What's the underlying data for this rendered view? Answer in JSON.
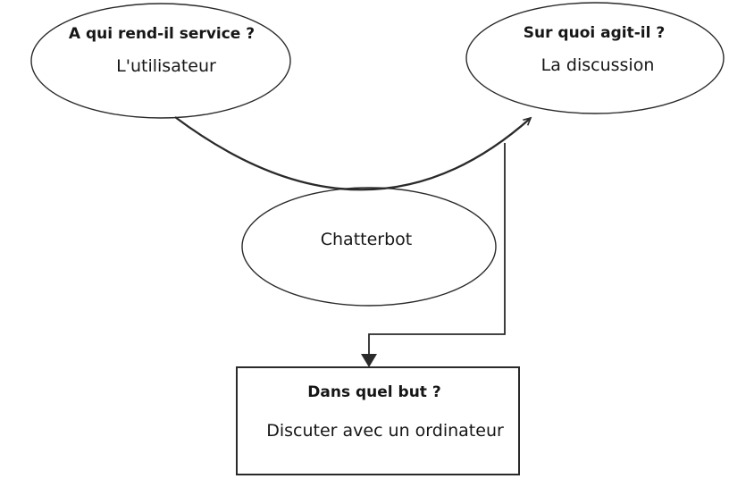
{
  "diagram": {
    "center_node": {
      "label": "Chatterbot",
      "shape": "ellipse"
    },
    "nodes": [
      {
        "id": "utilisateur",
        "shape": "ellipse",
        "question": "A qui rend-il service ?",
        "answer": "L'utilisateur"
      },
      {
        "id": "discussion",
        "shape": "ellipse",
        "question": "Sur quoi agit-il ?",
        "answer": "La discussion"
      },
      {
        "id": "but",
        "shape": "rectangle",
        "question": "Dans quel but ?",
        "answer": "Discuter avec un ordinateur"
      }
    ],
    "colors": {
      "stroke": "#2a2a2a",
      "background": "#ffffff",
      "text": "#161616",
      "none": "none"
    }
  }
}
